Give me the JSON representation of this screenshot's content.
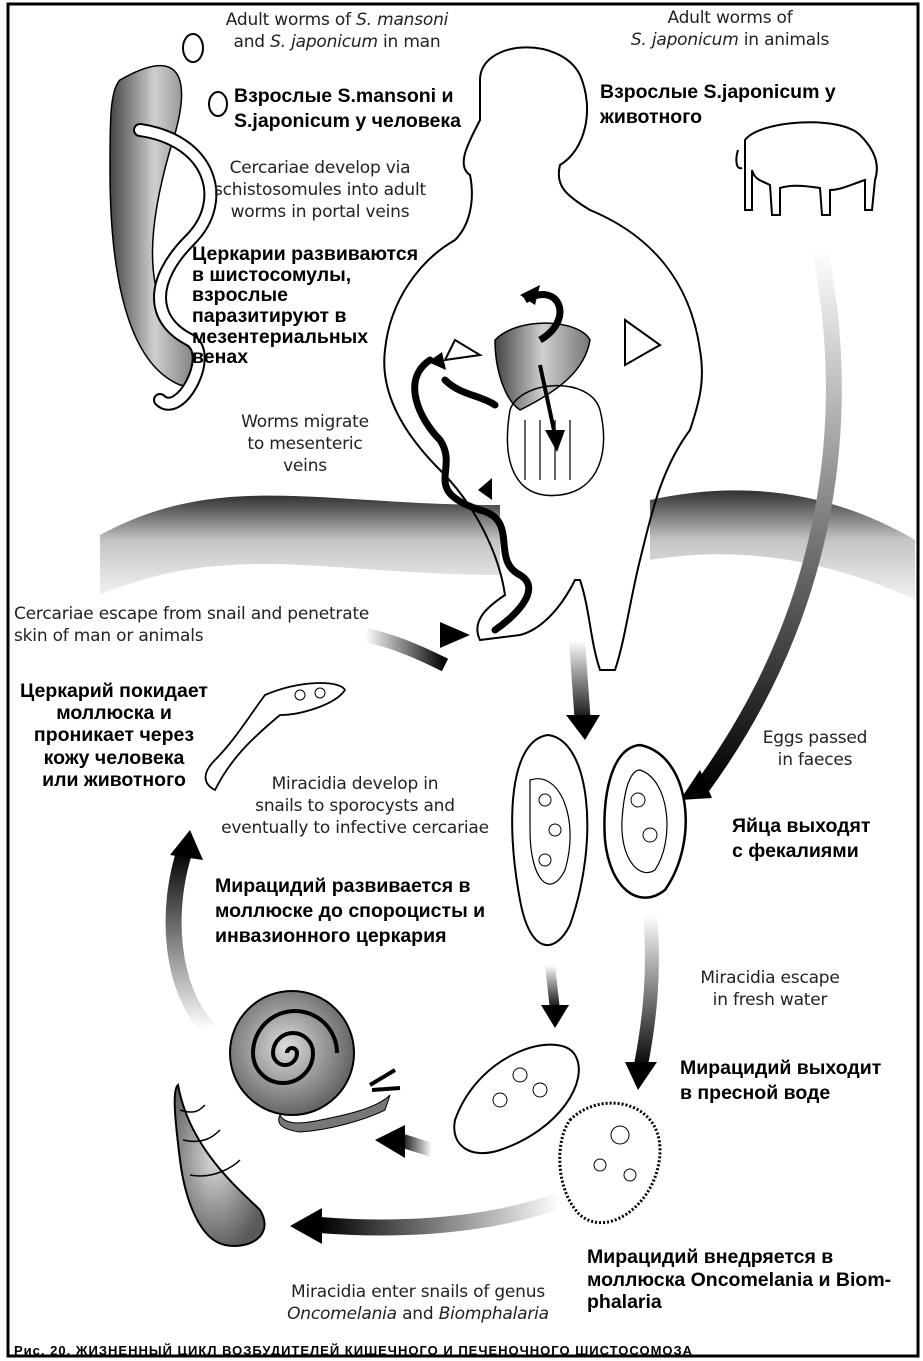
{
  "labels": {
    "adult_man_en_pre": "Adult worms of ",
    "adult_man_en_sp1": "S. mansoni",
    "adult_man_en_mid": "\nand ",
    "adult_man_en_sp2": "S. japonicum",
    "adult_man_en_post": " in man",
    "adult_man_ru": "Взрослые S.mansoni и\nS.japonicum у человека",
    "adult_animals_en_pre": "Adult worms of\n",
    "adult_animals_en_sp": "S. japonicum",
    "adult_animals_en_post": " in animals",
    "adult_animals_ru": "Взрослые S.japonicum у\nживотного",
    "cercariae_develop_en": "Cercariae develop via\nschistosomules into adult\nworms in portal veins",
    "cercariae_develop_ru": "Церкарии развиваются\nв шистосомулы,\nвзрослые\nпаразитируют в\nмезентериальных\nвенах",
    "worms_migrate_en": "Worms migrate\nto mesenteric\nveins",
    "cercariae_escape_en": "Cercariae escape from snail and penetrate\nskin of man or animals",
    "cercariae_escape_ru": "Церкарий покидает\nмоллюска и\nпроникает через\nкожу человека\nили животного",
    "eggs_passed_en": "Eggs passed\nin faeces",
    "eggs_passed_ru": "Яйца выходят\nс фекалиями",
    "miracidia_develop_en": "Miracidia develop in\nsnails to sporocysts and\neventually to infective cercariae",
    "miracidia_develop_ru": "Мирацидий развивается в\nмоллюске до спороцисты и\nинвазионного церкария",
    "miracidia_escape_en": "Miracidia escape\nin fresh water",
    "miracidia_escape_ru": "Мирацидий выходит\nв пресной воде",
    "miracidia_enter_en_pre": "Miracidia enter snails of genus\n",
    "miracidia_enter_en_g1": "Oncomelania",
    "miracidia_enter_en_mid": " and ",
    "miracidia_enter_en_g2": "Biomphalaria",
    "miracidia_enter_ru": "Мирацидий внедряется в\nмоллюска Oncomelania и Biom-\nphalaria",
    "bottom_caption": "Рис. 20. ЖИЗНЕННЫЙ ЦИКЛ ВОЗБУДИТЕЛЕЙ КИШЕЧНОГО И ПЕЧЕНОЧНОГО ШИСТОСОМОЗА"
  },
  "colors": {
    "ink": "#000000",
    "water_dark": "#3a3a3a",
    "water_light": "#d8d8d8",
    "organ_gray": "#8a8a8a",
    "snail_shell": "#6e6e6e"
  }
}
